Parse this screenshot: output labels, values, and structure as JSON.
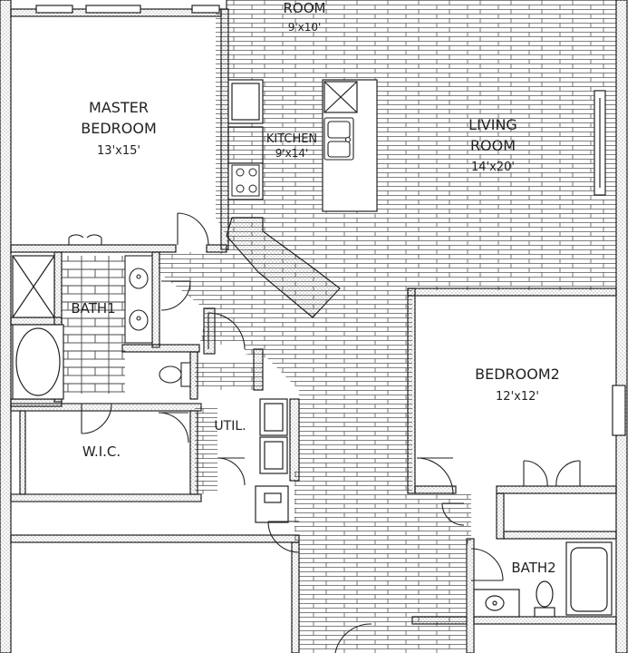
{
  "rooms": {
    "top_room": {
      "name": "ROOM",
      "dim": "9'x10'"
    },
    "master": {
      "name1": "MASTER",
      "name2": "BEDROOM",
      "dim": "13'x15'"
    },
    "kitchen": {
      "name": "KITCHEN",
      "dim": "9'x14'"
    },
    "living": {
      "name1": "LIVING",
      "name2": "ROOM",
      "dim": "14'x20'"
    },
    "bath1": {
      "name": "BATH1"
    },
    "bedroom2": {
      "name": "BEDROOM2",
      "dim": "12'x12'"
    },
    "wic": {
      "name": "W.I.C."
    },
    "util": {
      "name": "UTIL."
    },
    "bath2": {
      "name": "BATH2"
    }
  },
  "colors": {
    "line": "#222222",
    "hatch": "#555555",
    "paper": "#ffffff"
  }
}
